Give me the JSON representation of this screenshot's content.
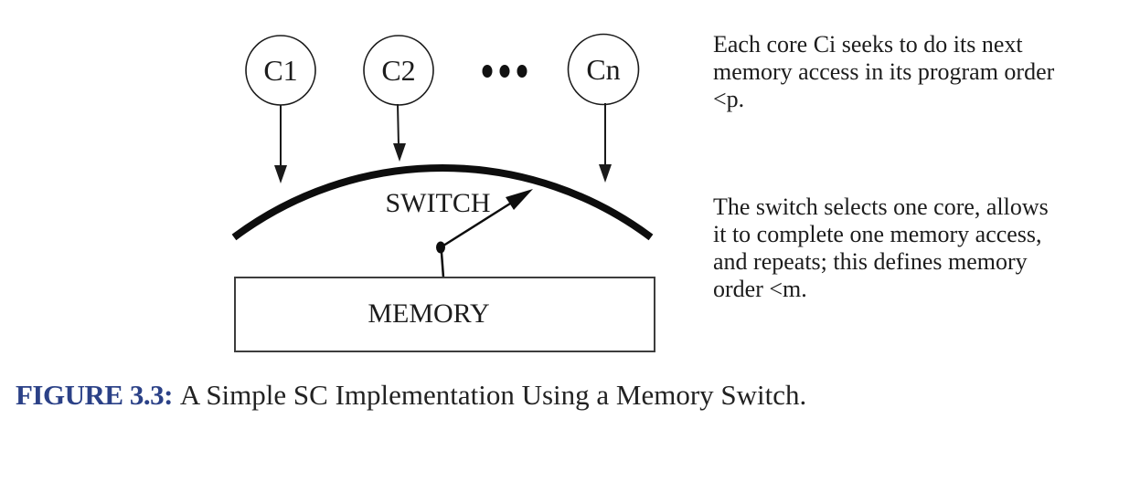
{
  "figure": {
    "caption_label": "FIGURE 3.3:",
    "caption_text": "A Simple SC Implementation Using a Memory Switch."
  },
  "diagram": {
    "cores": [
      {
        "label": "C1"
      },
      {
        "label": "C2"
      },
      {
        "label": "Cn"
      }
    ],
    "ellipsis_icon": "three-dots",
    "switch_label": "SWITCH",
    "memory_label": "MEMORY"
  },
  "annotations": {
    "program_order_note": {
      "lines": [
        "Each core Ci seeks to do its next",
        "memory access in its program order",
        "<p."
      ]
    },
    "memory_order_note": {
      "lines": [
        "The switch selects one core, allows",
        "it to complete one memory access,",
        "and repeats; this defines memory",
        "order <m."
      ]
    }
  },
  "colors": {
    "caption_label_blue": "#2b4187",
    "ink": "#1a1a1a",
    "memory_box_border": "#3d3d3d"
  }
}
